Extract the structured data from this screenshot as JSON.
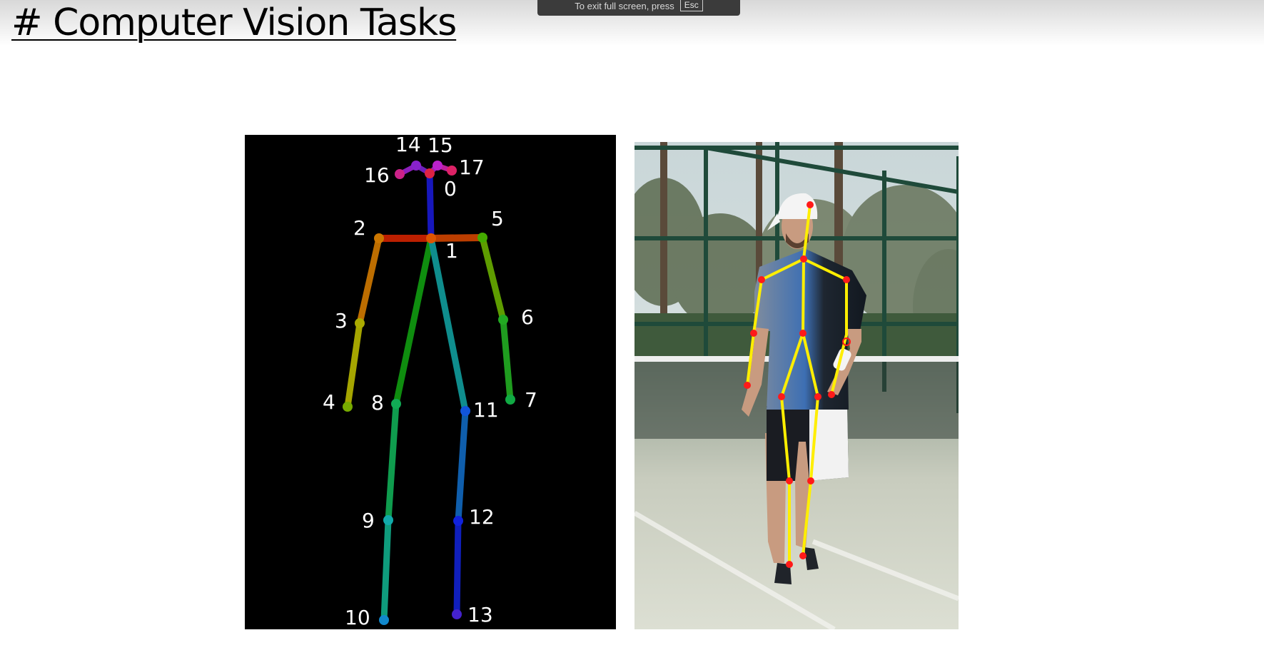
{
  "page": {
    "title": "# Computer Vision Tasks"
  },
  "fullscreen_notice": {
    "text": "To exit full screen, press",
    "key": "Esc"
  },
  "keypoint_diagram": {
    "labels": {
      "k0": "0",
      "k1": "1",
      "k2": "2",
      "k3": "3",
      "k4": "4",
      "k5": "5",
      "k6": "6",
      "k7": "7",
      "k8": "8",
      "k9": "9",
      "k10": "10",
      "k11": "11",
      "k12": "12",
      "k13": "13",
      "k14": "14",
      "k15": "15",
      "k16": "16",
      "k17": "17"
    }
  },
  "colors": {
    "diagram_background": "#000000",
    "skeleton_overlay": "#ffee00",
    "keypoint_marker": "#ff1a1a"
  }
}
